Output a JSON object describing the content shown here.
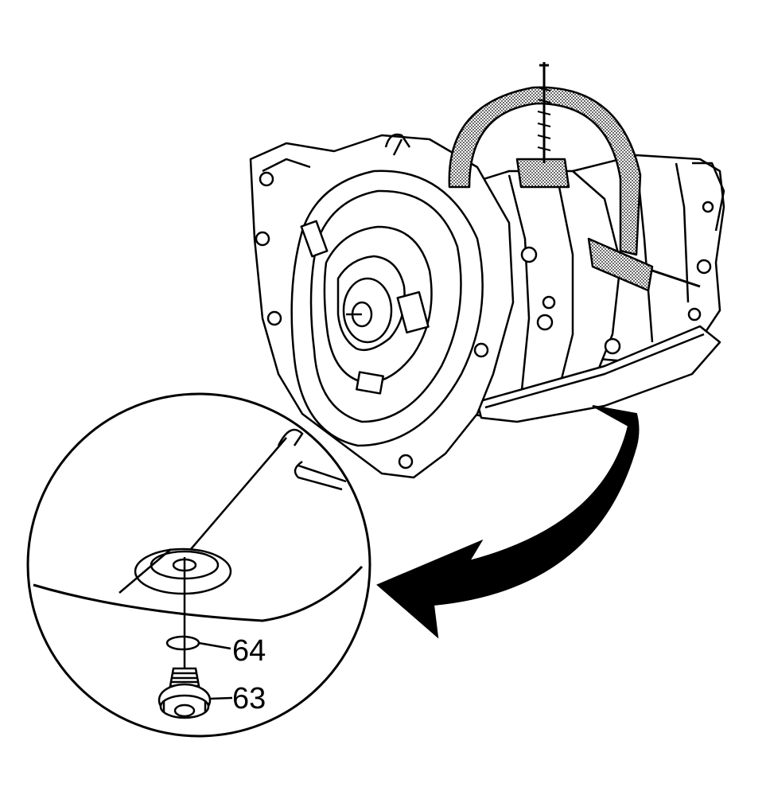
{
  "diagram": {
    "callouts": [
      {
        "id": "64",
        "label": "64",
        "part": "o-ring-seal"
      },
      {
        "id": "63",
        "label": "63",
        "part": "drain-plug"
      }
    ],
    "colors": {
      "line": "#000000",
      "background": "#ffffff",
      "shade": "#7a7a7a"
    }
  }
}
